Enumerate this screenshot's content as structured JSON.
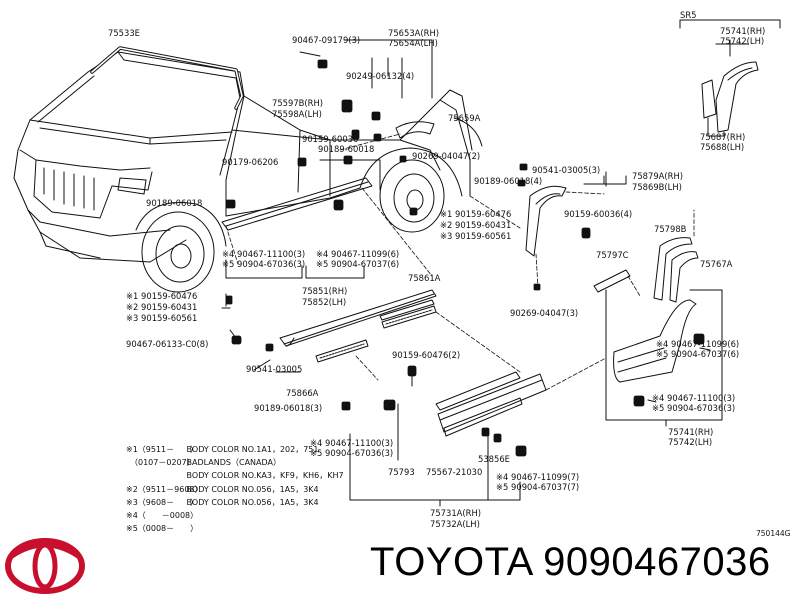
{
  "brand": {
    "text": "TOYOTA 9090467036",
    "logo": "toyota-emblem-icon",
    "logo_color": "#c8102e"
  },
  "diagram": {
    "code": "750144G",
    "sr5": "SR5",
    "parts": {
      "p75533e": "75533E",
      "p90467_09179": "90467-09179(3)",
      "p75653a": "75653A(RH)",
      "p75654a": "75654A(LH)",
      "p90249": "90249-06132(4)",
      "p75597b": "75597B(RH)",
      "p75598a": "75598A(LH)",
      "p75659a": "75659A",
      "p90159_60036a": "90159-60036",
      "p90189_60018a": "90189-60018",
      "p90269_04047a": "90269-04047(2)",
      "p90179": "90179-06206",
      "p90189_06018a": "90189-06018",
      "p90541_03005a": "90541-03005(3)",
      "p90189_06018b": "90189-06018(4)",
      "p75879a": "75879A(RH)",
      "p75869b": "75869B(LH)",
      "p90159_60476a": "90159-60476",
      "p90159_60431a": "90159-60431",
      "p90159_60561a": "90159-60561",
      "p90159_60036b": "90159-60036(4)",
      "p90467_11100a": "90467-11100(3)",
      "p90904_67036a": "90904-67036(3)",
      "p90467_11099a": "90467-11099(6)",
      "p90904_67037a": "90904-67037(6)",
      "p75798b": "75798B",
      "p75797c": "75797C",
      "p75767a": "75767A",
      "p75741top": "75741(RH)",
      "p75742top": "75742(LH)",
      "p75687": "75687(RH)",
      "p75688": "75688(LH)",
      "p90159_60476b": "90159-60476",
      "p90159_60431b": "90159-60431",
      "p90159_60561b": "90159-60561",
      "p75851": "75851(RH)",
      "p75852": "75852(LH)",
      "p75861a": "75861A",
      "p90269_04047b": "90269-04047(3)",
      "p90467_06133": "90467-06133-C0(8)",
      "p90541_03005b": "90541-03005",
      "p90159_60476c": "90159-60476(2)",
      "p90467_11099b": "90467-11099(6)",
      "p90904_67037b": "90904-67037(6)",
      "p75866a": "75866A",
      "p90189_06018c": "90189-06018(3)",
      "p90467_11100b": "90467-11100(3)",
      "p90904_67036b": "90904-67036(3)",
      "p90467_11100c": "90467-11100(3)",
      "p90904_67036c": "90904-67036(3)",
      "p75741mid": "75741(RH)",
      "p75742mid": "75742(LH)",
      "p53856e": "53856E",
      "p75793": "75793",
      "p75567": "75567-21030",
      "p90467_11099c": "90467-11099(7)",
      "p90904_67037c": "90904-67037(7)",
      "p75731a": "75731A(RH)",
      "p75732a": "75732A(LH)"
    },
    "markers": {
      "m1": "※1",
      "m2": "※2",
      "m3": "※3",
      "m4": "※4",
      "m5": "※5"
    },
    "notes": [
      {
        "key": "※1（9511－　　）",
        "text": "BODY COLOR NO.1A1，202，751"
      },
      {
        "key": "　（0107－0207）",
        "text": "BADLANDS（CANADA）"
      },
      {
        "key": "",
        "text": "BODY COLOR NO.KA3，KF9，KH6，KH7"
      },
      {
        "key": "※2（9511－9608）",
        "text": "BODY COLOR NO.056，1A5，3K4"
      },
      {
        "key": "※3（9608－　　）",
        "text": "BODY COLOR NO.056，1A5，3K4"
      },
      {
        "key": "※4（　　－0008）",
        "text": ""
      },
      {
        "key": "※5（0008－　　）",
        "text": ""
      }
    ]
  }
}
